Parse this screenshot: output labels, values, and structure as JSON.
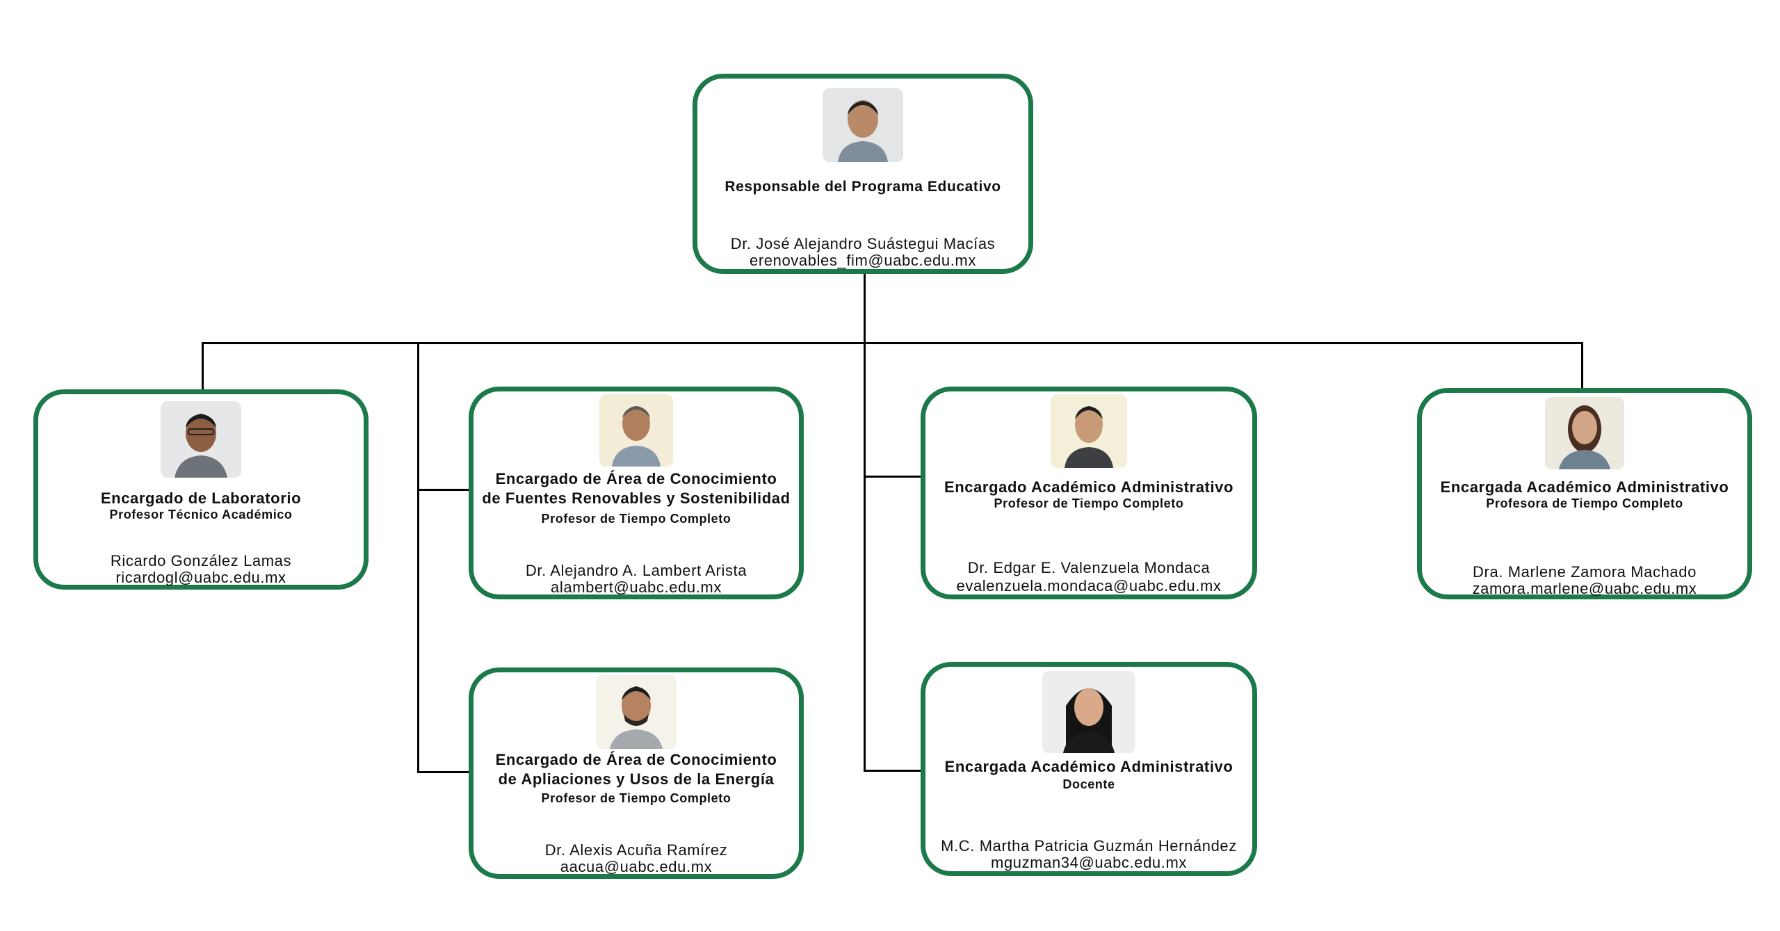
{
  "chart": {
    "root": {
      "title": "Responsable del Programa Educativo",
      "name": "Dr. José Alejandro Suástegui Macías",
      "email": "erenovables_fim@uabc.edu.mx",
      "photo": "portrait-photo"
    },
    "nodes": [
      {
        "title": "Encargado de Laboratorio",
        "subtitle": "Profesor Técnico Académico",
        "name": "Ricardo González Lamas",
        "email": "ricardogl@uabc.edu.mx",
        "photo": "portrait-photo"
      },
      {
        "title_line1": "Encargado de Área de Conocimiento",
        "title_line2": "de Fuentes Renovables y Sostenibilidad",
        "subtitle": "Profesor de Tiempo Completo",
        "name": "Dr. Alejandro A. Lambert Arista",
        "email": "alambert@uabc.edu.mx",
        "photo": "portrait-photo"
      },
      {
        "title": "Encargado Académico Administrativo",
        "subtitle": "Profesor de Tiempo Completo",
        "name": "Dr. Edgar E. Valenzuela Mondaca",
        "email": "evalenzuela.mondaca@uabc.edu.mx",
        "photo": "portrait-photo"
      },
      {
        "title": "Encargada Académico Administrativo",
        "subtitle": "Profesora de Tiempo Completo",
        "name": "Dra. Marlene Zamora Machado",
        "email": "zamora.marlene@uabc.edu.mx",
        "photo": "portrait-photo"
      },
      {
        "title_line1": "Encargado de Área de Conocimiento",
        "title_line2": "de Apliaciones y Usos de la Energía",
        "subtitle": "Profesor de Tiempo Completo",
        "name": "Dr. Alexis Acuña Ramírez",
        "email": "aacua@uabc.edu.mx",
        "photo": "portrait-photo"
      },
      {
        "title": "Encargada Académico Administrativo",
        "subtitle": "Docente",
        "name": "M.C. Martha Patricia Guzmán Hernández",
        "email": "mguzman34@uabc.edu.mx",
        "photo": "portrait-photo"
      }
    ],
    "colors": {
      "border": "#1c7a4a",
      "connector": "#000000"
    }
  }
}
